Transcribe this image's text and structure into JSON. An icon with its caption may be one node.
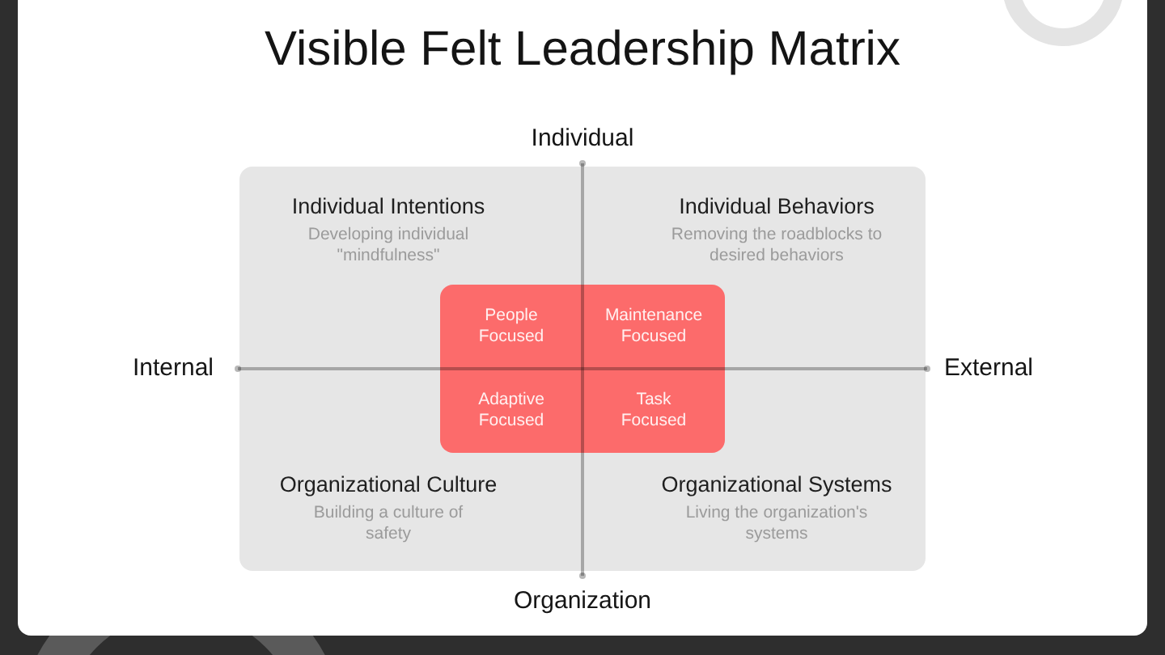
{
  "diagram": {
    "title": "Visible Felt Leadership Matrix",
    "nodes": [
      {
        "text": [],
        "shape": "box"
      },
      {
        "text": [
          "Individual Intentions",
          "Developing individual \"mindfulness\""
        ],
        "in": 0
      },
      {
        "text": [
          "Individual Behaviors",
          "Removing the roadblocks to desired behaviors"
        ],
        "in": 0
      },
      {
        "text": [],
        "shape": "box",
        "in": 0
      },
      {
        "text": [
          "People Focused"
        ],
        "in": 3
      },
      {
        "text": [
          "Maintenance Focused"
        ],
        "in": 3
      },
      {
        "text": [
          "Adaptive Focused"
        ],
        "in": 3
      },
      {
        "text": [
          "Task Focused"
        ],
        "in": 3
      },
      {
        "text": [
          "Organizational Culture",
          "Building a culture of safety"
        ],
        "in": 0
      },
      {
        "text": [
          "Organizational Systems",
          "Living the organization's systems"
        ],
        "in": 0
      }
    ],
    "labels": [
      "Individual",
      "Internal",
      "External",
      "Organization"
    ]
  }
}
